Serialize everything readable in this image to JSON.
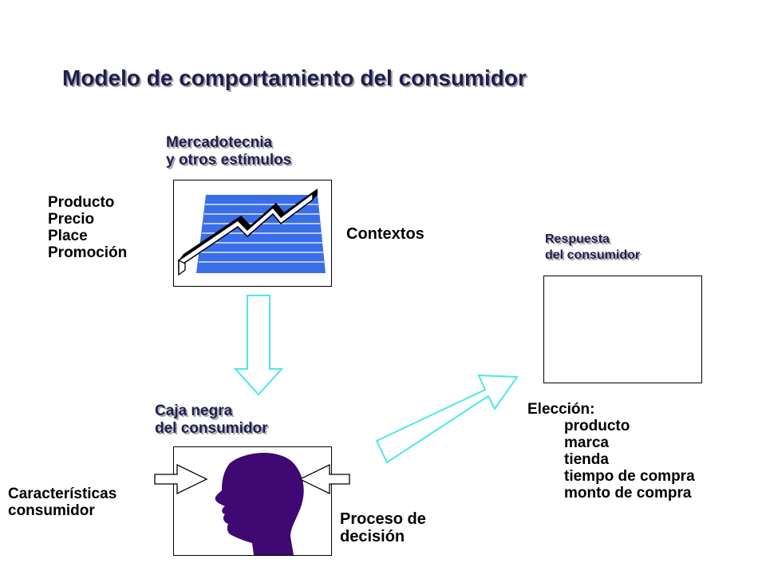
{
  "title": "Modelo de comportamiento del consumidor",
  "stimuli": {
    "heading_line1": "Mercadotecnia",
    "heading_line2": "y otros estímulos",
    "marketing_mix": [
      "Producto",
      "Precio",
      "Place",
      "Promoción"
    ],
    "context_label": "Contextos",
    "icon": "rising-line-chart-icon"
  },
  "black_box": {
    "heading_line1": "Caja negra",
    "heading_line2": "del consumidor",
    "left_label_line1": "Características",
    "left_label_line2": "consumidor",
    "right_label_line1": "Proceso de",
    "right_label_line2": "decisión",
    "icon": "human-head-silhouette-icon"
  },
  "response": {
    "heading_line1": "Respuesta",
    "heading_line2": "del consumidor",
    "choice_heading": "Elección:",
    "choices": [
      "producto",
      "marca",
      "tienda",
      "tiempo de compra",
      "monto de compra"
    ]
  },
  "colors": {
    "title": "#1e1e50",
    "chart_fill": "#3a6de8",
    "arrow_outline": "#4de8e8",
    "head_fill": "#3f0872"
  }
}
